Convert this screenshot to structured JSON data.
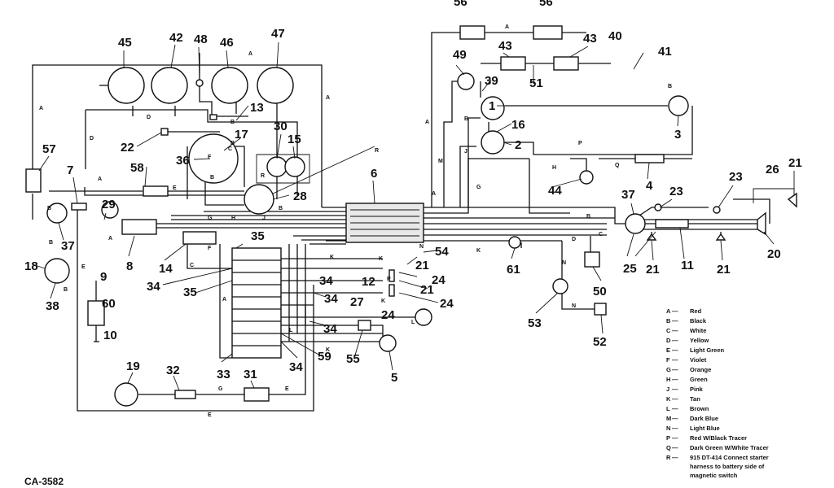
{
  "callouts": [
    "1",
    "2",
    "3",
    "4",
    "5",
    "6",
    "7",
    "8",
    "9",
    "10",
    "11",
    "12",
    "13",
    "14",
    "15",
    "16",
    "17",
    "18",
    "19",
    "20",
    "21",
    "22",
    "23",
    "24",
    "25",
    "26",
    "27",
    "28",
    "29",
    "30",
    "31",
    "32",
    "33",
    "34",
    "35",
    "36",
    "37",
    "38",
    "39",
    "40",
    "41",
    "42",
    "43",
    "44",
    "45",
    "46",
    "47",
    "48",
    "49",
    "50",
    "51",
    "52",
    "53",
    "54",
    "55",
    "56",
    "57",
    "58",
    "59",
    "60",
    "61"
  ],
  "legend": [
    {
      "code": "A",
      "name": "Red"
    },
    {
      "code": "B",
      "name": "Black"
    },
    {
      "code": "C",
      "name": "White"
    },
    {
      "code": "D",
      "name": "Yellow"
    },
    {
      "code": "E",
      "name": "Light Green"
    },
    {
      "code": "F",
      "name": "Violet"
    },
    {
      "code": "G",
      "name": "Orange"
    },
    {
      "code": "H",
      "name": "Green"
    },
    {
      "code": "J",
      "name": "Pink"
    },
    {
      "code": "K",
      "name": "Tan"
    },
    {
      "code": "L",
      "name": "Brown"
    },
    {
      "code": "M",
      "name": "Dark Blue"
    },
    {
      "code": "N",
      "name": "Light Blue"
    },
    {
      "code": "P",
      "name": "Red W/Black Tracer"
    },
    {
      "code": "Q",
      "name": "Dark Green W/White Tracer"
    },
    {
      "code": "R",
      "name": "915 DT-414 Connect starter harness to battery side of magnetic switch"
    }
  ],
  "diagram_id": "CA-3582"
}
